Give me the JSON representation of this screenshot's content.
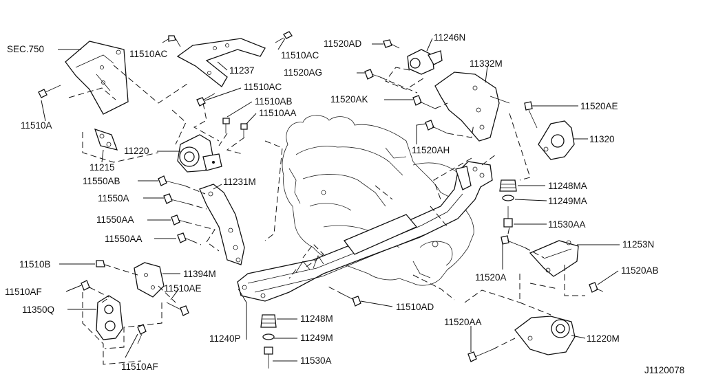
{
  "diagram": {
    "code": "J1120078",
    "labels": {
      "sec750": "SEC.750",
      "l_11510AC_a": "11510AC",
      "l_11510AC_b": "11510AC",
      "l_11237": "11237",
      "l_11510AC_c": "11510AC",
      "l_11510AB_top": "11510AB",
      "l_11510AA_top": "11510AA",
      "l_11510A": "11510A",
      "l_11220": "11220",
      "l_11215": "11215",
      "l_11550AB": "11550AB",
      "l_11231M": "11231M",
      "l_11550A": "11550A",
      "l_11550AA_a": "11550AA",
      "l_11550AA_b": "11550AA",
      "l_11510B": "11510B",
      "l_11394M": "11394M",
      "l_11510AF_a": "11510AF",
      "l_11510AE": "11510AE",
      "l_11350Q": "11350Q",
      "l_11510AF_b": "11510AF",
      "l_11240P": "11240P",
      "l_11248M": "11248M",
      "l_11249M": "11249M",
      "l_11530A": "11530A",
      "l_11510AD": "11510AD",
      "l_11520AD": "11520AD",
      "l_11246N": "11246N",
      "l_11520AG": "11520AG",
      "l_11332M": "11332M",
      "l_11520AK": "11520AK",
      "l_11520AE": "11520AE",
      "l_11320": "11320",
      "l_11520AH": "11520AH",
      "l_11248MA": "11248MA",
      "l_11249MA": "11249MA",
      "l_11530AA": "11530AA",
      "l_11253N": "11253N",
      "l_11520A": "11520A",
      "l_11520AB": "11520AB",
      "l_11520AA": "11520AA",
      "l_11220M": "11220M"
    }
  }
}
